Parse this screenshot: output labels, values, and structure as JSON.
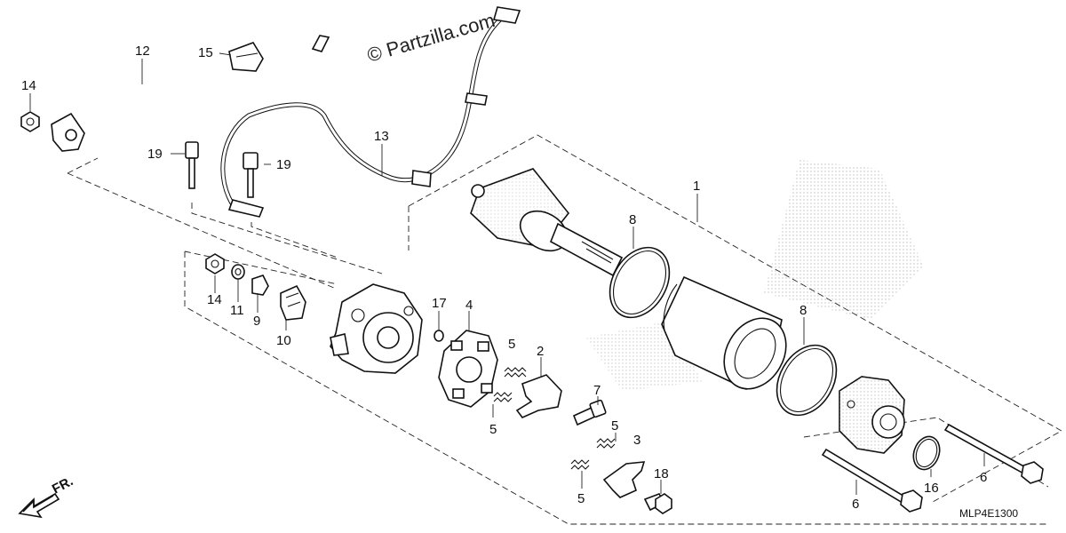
{
  "watermark": "© Partzilla.com",
  "diagram_code": "MLP4E1300",
  "direction_label": "FR.",
  "callouts": {
    "c1": "1",
    "c2": "2",
    "c3": "3",
    "c4": "4",
    "c5a": "5",
    "c5b": "5",
    "c5c": "5",
    "c5d": "5",
    "c6a": "6",
    "c6b": "6",
    "c7": "7",
    "c8a": "8",
    "c8b": "8",
    "c9": "9",
    "c10": "10",
    "c11": "11",
    "c12": "12",
    "c13": "13",
    "c14a": "14",
    "c14b": "14",
    "c15": "15",
    "c16": "16",
    "c17": "17",
    "c18": "18",
    "c19a": "19",
    "c19b": "19"
  }
}
